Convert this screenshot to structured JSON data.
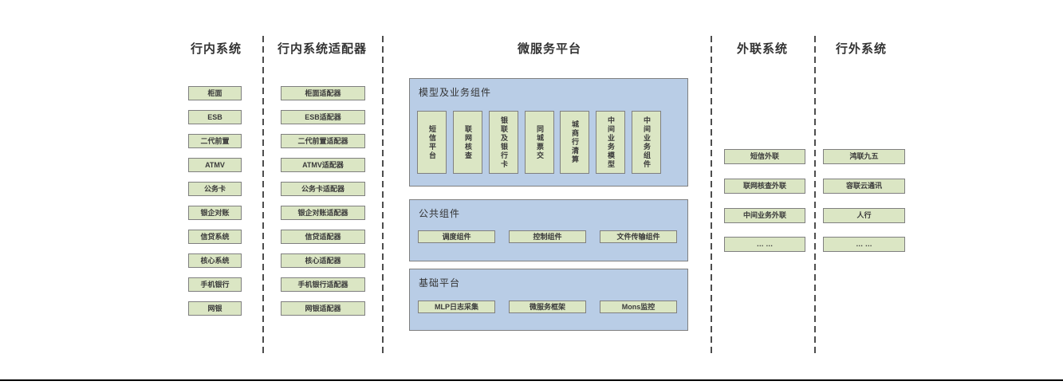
{
  "colors": {
    "green_box_fill": "#dbe6c4",
    "blue_panel_fill": "#b9cde6",
    "box_border": "#7f7f7f",
    "text": "#3a3a3a",
    "separator": "#4d4d4d",
    "bottom_rule": "#000000"
  },
  "headers": {
    "col1": "行内系统",
    "col2": "行内系统适配器",
    "col3": "微服务平台",
    "col4": "外联系统",
    "col5": "行外系统"
  },
  "col1": {
    "items": [
      "柜面",
      "ESB",
      "二代前置",
      "ATMV",
      "公务卡",
      "银企对账",
      "信贷系统",
      "核心系统",
      "手机银行",
      "网银"
    ]
  },
  "col2": {
    "items": [
      "柜面适配器",
      "ESB适配器",
      "二代前置适配器",
      "ATMV适配器",
      "公务卡适配器",
      "银企对账适配器",
      "信贷适配器",
      "核心适配器",
      "手机银行适配器",
      "网银适配器"
    ]
  },
  "platform": {
    "model_group": {
      "label": "模型及业务组件",
      "items": [
        "短信平台",
        "联网核查",
        "银联及银行卡",
        "同城票交",
        "城商行清算",
        "中间业务模型",
        "中间业务组件"
      ]
    },
    "common_group": {
      "label": "公共组件",
      "items": [
        "调度组件",
        "控制组件",
        "文件传输组件"
      ]
    },
    "base_group": {
      "label": "基础平台",
      "items": [
        "MLP日志采集",
        "微服务框架",
        "Mons监控"
      ]
    }
  },
  "col4": {
    "items": [
      "短信外联",
      "联网核查外联",
      "中间业务外联",
      "… …"
    ]
  },
  "col5": {
    "items": [
      "鸿联九五",
      "容联云通讯",
      "人行",
      "… …"
    ]
  }
}
